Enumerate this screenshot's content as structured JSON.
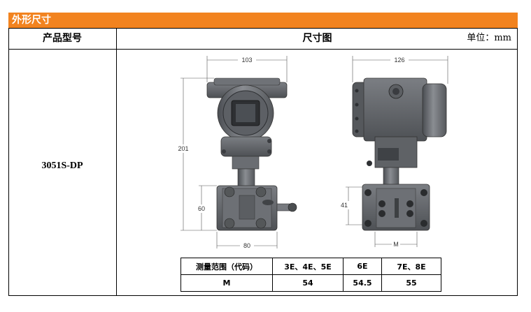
{
  "section": {
    "title": "外形尺寸"
  },
  "header": {
    "model_col": "产品型号",
    "drawing_col": "尺寸图",
    "unit": "单位：mm"
  },
  "row": {
    "model": "3051S-DP"
  },
  "front_view": {
    "width_top": "103",
    "height_total": "201",
    "flange_height": "60",
    "flange_width": "80"
  },
  "side_view": {
    "width_top": "126",
    "flange_height": "41",
    "bottom_label": "M"
  },
  "spec_table": {
    "row1": [
      "测量范围（代码）",
      "3E、4E、5E",
      "6E",
      "7E、8E"
    ],
    "row2": [
      "M",
      "54",
      "54.5",
      "55"
    ]
  },
  "colors": {
    "banner": "#f2831f",
    "body": "#6b6e73",
    "dark": "#3c3e42"
  }
}
